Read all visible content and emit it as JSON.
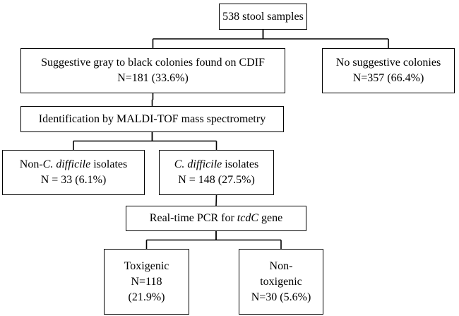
{
  "nodes": {
    "root": {
      "lines": [
        [
          {
            "t": "538 stool samples"
          }
        ]
      ]
    },
    "suggestive": {
      "lines": [
        [
          {
            "t": "Suggestive gray to black colonies found on CDIF"
          }
        ],
        [
          {
            "t": "N=181 (33.6%)"
          }
        ]
      ]
    },
    "no_suggestive": {
      "lines": [
        [
          {
            "t": "No suggestive colonies"
          }
        ],
        [
          {
            "t": "N=357 (66.4%)"
          }
        ]
      ]
    },
    "maldi": {
      "lines": [
        [
          {
            "t": "Identification by MALDI-TOF mass spectrometry"
          }
        ]
      ]
    },
    "non_cdiff": {
      "lines": [
        [
          {
            "t": "Non-"
          },
          {
            "t": "C. difficile",
            "i": true
          },
          {
            "t": " isolates"
          }
        ],
        [
          {
            "t": "N = 33 (6.1%)"
          }
        ]
      ]
    },
    "cdiff": {
      "lines": [
        [
          {
            "t": "C. difficile",
            "i": true
          },
          {
            "t": " isolates"
          }
        ],
        [
          {
            "t": "N = 148 (27.5%)"
          }
        ]
      ]
    },
    "pcr": {
      "lines": [
        [
          {
            "t": "Real-time PCR for "
          },
          {
            "t": "tcdC",
            "i": true
          },
          {
            "t": " gene"
          }
        ]
      ]
    },
    "toxigenic": {
      "lines": [
        [
          {
            "t": "Toxigenic"
          }
        ],
        [
          {
            "t": "N=118"
          }
        ],
        [
          {
            "t": "(21.9%)"
          }
        ]
      ]
    },
    "non_toxigenic": {
      "lines": [
        [
          {
            "t": "Non-"
          }
        ],
        [
          {
            "t": "toxigenic"
          }
        ],
        [
          {
            "t": "N=30 (5.6%)"
          }
        ]
      ]
    }
  },
  "edges": [
    [
      "root",
      "suggestive"
    ],
    [
      "root",
      "no_suggestive"
    ],
    [
      "suggestive",
      "maldi"
    ],
    [
      "maldi",
      "non_cdiff"
    ],
    [
      "maldi",
      "cdiff"
    ],
    [
      "cdiff",
      "pcr"
    ],
    [
      "pcr",
      "toxigenic"
    ],
    [
      "pcr",
      "non_toxigenic"
    ]
  ]
}
